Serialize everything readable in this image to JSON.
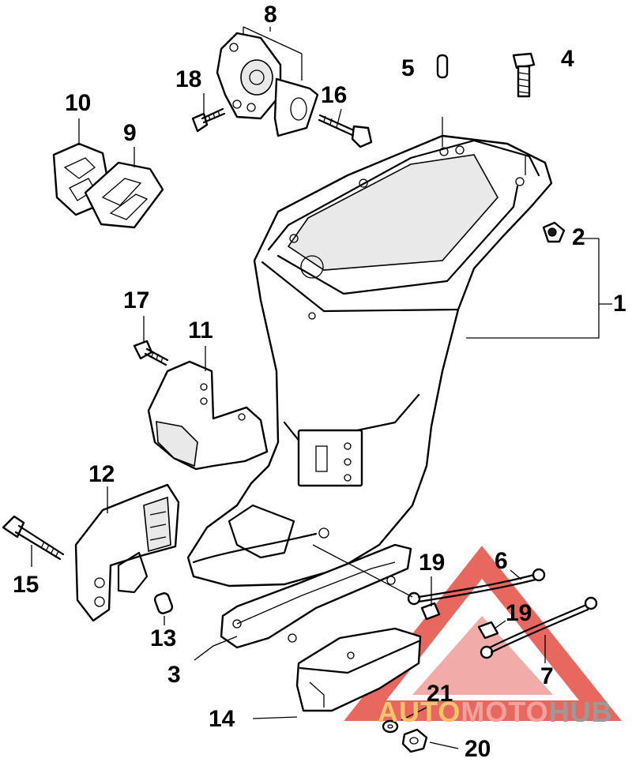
{
  "callouts": [
    {
      "id": "c1",
      "label": "1"
    },
    {
      "id": "c2",
      "label": "2"
    },
    {
      "id": "c3",
      "label": "3"
    },
    {
      "id": "c4",
      "label": "4"
    },
    {
      "id": "c5",
      "label": "5"
    },
    {
      "id": "c6",
      "label": "6"
    },
    {
      "id": "c7",
      "label": "7"
    },
    {
      "id": "c8",
      "label": "8"
    },
    {
      "id": "c9",
      "label": "9"
    },
    {
      "id": "c10",
      "label": "10"
    },
    {
      "id": "c11",
      "label": "11"
    },
    {
      "id": "c12",
      "label": "12"
    },
    {
      "id": "c13",
      "label": "13"
    },
    {
      "id": "c14",
      "label": "14"
    },
    {
      "id": "c15",
      "label": "15"
    },
    {
      "id": "c16",
      "label": "16"
    },
    {
      "id": "c17",
      "label": "17"
    },
    {
      "id": "c18",
      "label": "18"
    },
    {
      "id": "c19a",
      "label": "19"
    },
    {
      "id": "c19b",
      "label": "19"
    },
    {
      "id": "c20",
      "label": "20"
    },
    {
      "id": "c21",
      "label": "21"
    }
  ],
  "watermark": {
    "part_a": "AUTO",
    "part_b": "MOTO",
    "part_c": "HUB",
    "color_a": "#f2c56b",
    "color_b": "#f0a39c",
    "color_c": "#9a9a9a",
    "triangle_color": "#e44d44"
  }
}
